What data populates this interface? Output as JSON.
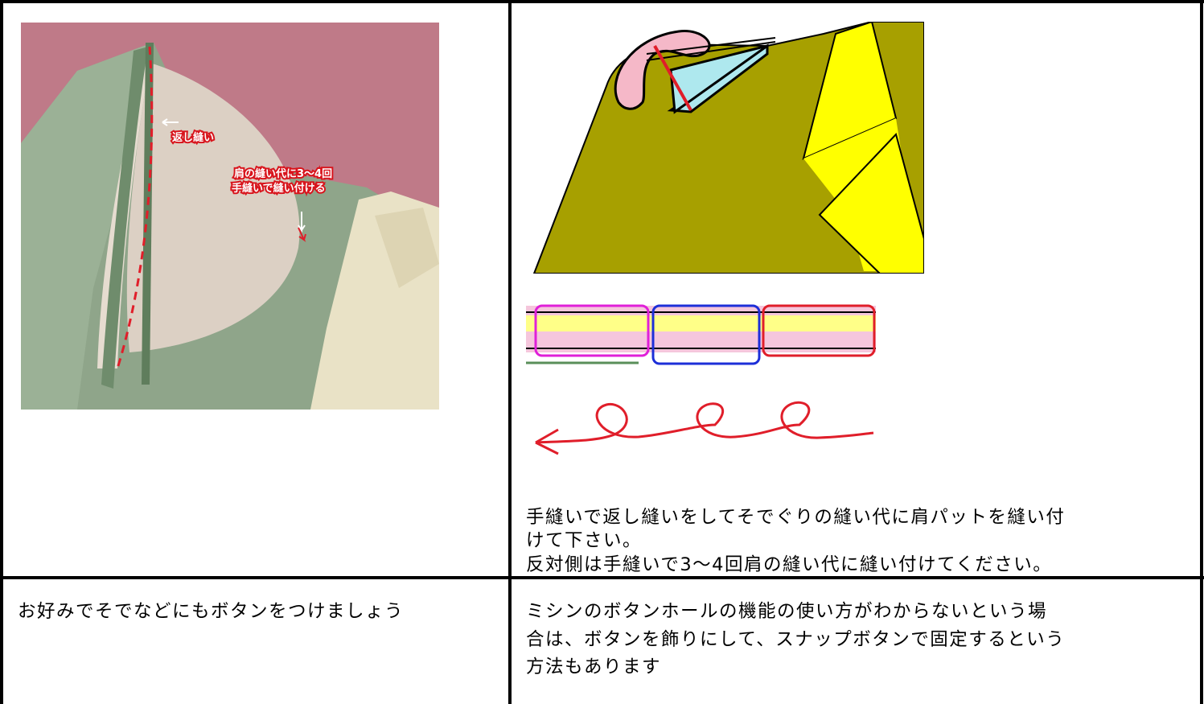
{
  "photo": {
    "label_backstitch": "返し縫い",
    "label_attach_line1": "肩の縫い代に3〜4回",
    "label_attach_line2": "手縫いで縫い付ける"
  },
  "instructions": {
    "line1": "手縫いで返し縫いをしてそでぐりの縫い代に肩パットを縫い付",
    "line2": "けて下さい。",
    "line3": "反対側は手縫いで3〜4回肩の縫い代に縫い付けてください。"
  },
  "bottom_left": {
    "text": "お好みでそでなどにもボタンをつけましょう"
  },
  "bottom_right": {
    "line1": " ミシンのボタンホールの機能の使い方がわからないという場",
    "line2": "合は、ボタンを飾りにして、スナップボタンで固定するという",
    "line3": "方法もあります"
  }
}
